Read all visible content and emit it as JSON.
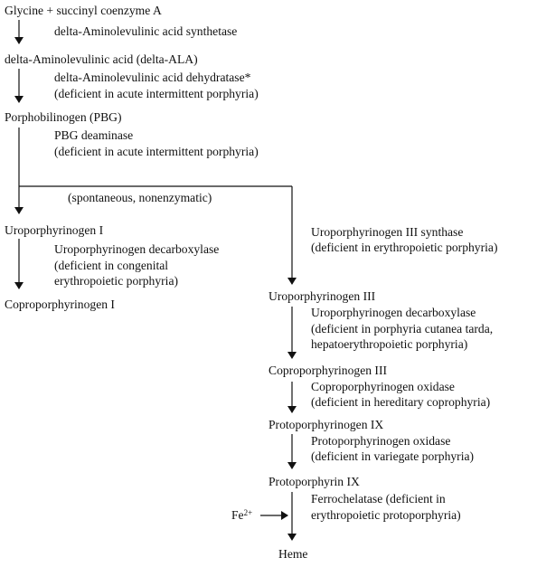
{
  "compounds": {
    "glycine": "Glycine + succinyl coenzyme A",
    "ala": "delta-Aminolevulinic acid (delta-ALA)",
    "pbg": "Porphobilinogen (PBG)",
    "uro1": "Uroporphyrinogen I",
    "copro1": "Coproporphyrinogen I",
    "uro3": "Uroporphyrinogen III",
    "copro3": "Coproporphyrinogen III",
    "proto9": "Protoporphyrinogen IX",
    "protoporphyrin": "Protoporphyrin IX",
    "heme": "Heme",
    "fe_base": "Fe",
    "fe_sup": "2+"
  },
  "enzymes": {
    "ala_synthetase": [
      "delta-Aminolevulinic acid synthetase"
    ],
    "ala_dehydratase": [
      "delta-Aminolevulinic acid dehydratase*",
      "(deficient in acute intermittent porphyria)"
    ],
    "pbg_deaminase": [
      "PBG deaminase",
      "(deficient in acute intermittent porphyria)"
    ],
    "spontaneous": "(spontaneous, nonenzymatic)",
    "uro_decarb_1": [
      "Uroporphyrinogen decarboxylase",
      "(deficient in congenital",
      "erythropoietic porphyria)"
    ],
    "uro3_synthase": [
      "Uroporphyrinogen III synthase",
      "(deficient in erythropoietic porphyria)"
    ],
    "uro_decarb_3": [
      "Uroporphyrinogen decarboxylase",
      "(deficient in porphyria cutanea tarda,",
      "hepatoerythropoietic porphyria)"
    ],
    "copro_oxidase": [
      "Coproporphyrinogen oxidase",
      "(deficient in hereditary coprophyria)"
    ],
    "proto_oxidase": [
      "Protoporphyrinogen oxidase",
      "(deficient in variegate porphyria)"
    ],
    "ferrochelatase": [
      "Ferrochelatase (deficient in",
      "erythropoietic protoporphyria)"
    ]
  }
}
